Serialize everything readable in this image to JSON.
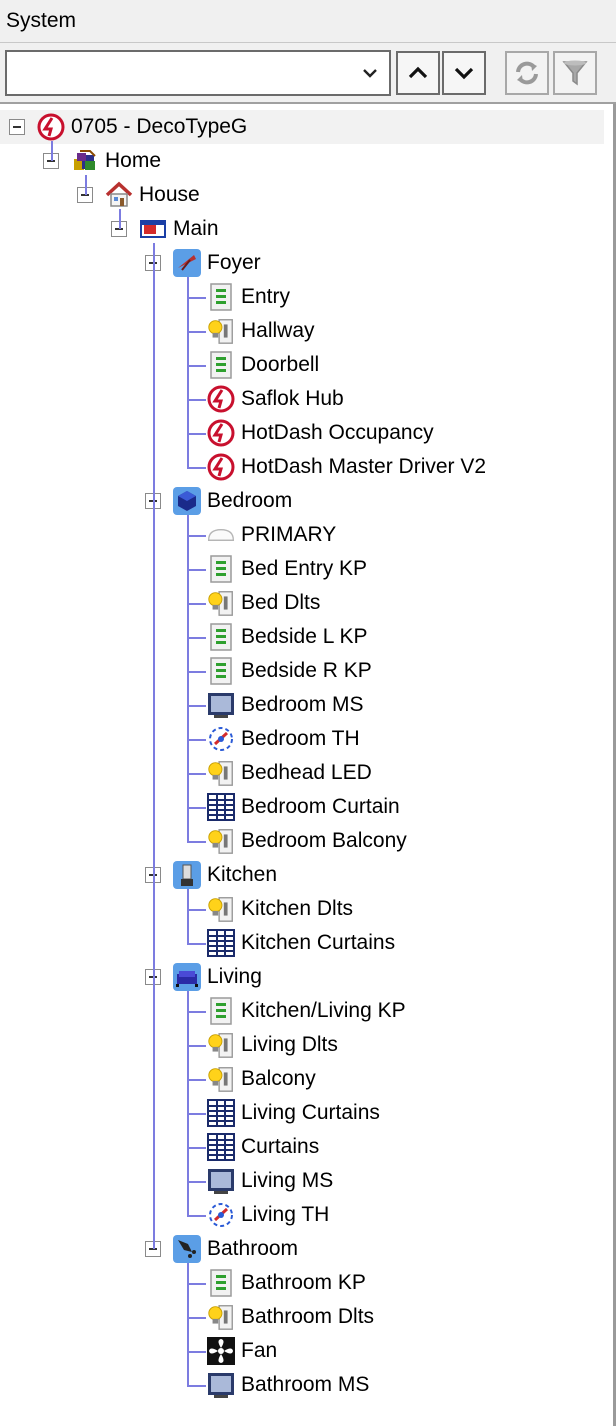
{
  "window": {
    "title": "System"
  },
  "toolbar": {
    "combo_value": "",
    "buttons": [
      "collapse-up",
      "expand-down",
      "refresh",
      "filter"
    ]
  },
  "tree": {
    "root": "0705 - DecoTypeG",
    "home": "Home",
    "house": "House",
    "main": "Main",
    "rooms": [
      {
        "label": "Foyer",
        "icon": "umbrella-icon",
        "items": [
          {
            "label": "Entry",
            "icon": "keypad-icon"
          },
          {
            "label": "Hallway",
            "icon": "light-bulb-icon"
          },
          {
            "label": "Doorbell",
            "icon": "keypad-icon"
          },
          {
            "label": "Saflok Hub",
            "icon": "saflok-icon"
          },
          {
            "label": "HotDash Occupancy",
            "icon": "saflok-icon"
          },
          {
            "label": "HotDash Master Driver V2",
            "icon": "saflok-icon"
          }
        ]
      },
      {
        "label": "Bedroom",
        "icon": "cube-icon",
        "items": [
          {
            "label": "PRIMARY",
            "icon": "processor-icon"
          },
          {
            "label": "Bed Entry KP",
            "icon": "keypad-icon"
          },
          {
            "label": "Bed Dlts",
            "icon": "light-bulb-icon"
          },
          {
            "label": "Bedside L KP",
            "icon": "keypad-icon"
          },
          {
            "label": "Bedside R KP",
            "icon": "keypad-icon"
          },
          {
            "label": "Bedroom MS",
            "icon": "monitor-icon"
          },
          {
            "label": "Bedroom TH",
            "icon": "thermostat-icon"
          },
          {
            "label": "Bedhead LED",
            "icon": "light-bulb-icon"
          },
          {
            "label": "Bedroom Curtain",
            "icon": "curtain-icon"
          },
          {
            "label": "Bedroom Balcony",
            "icon": "light-bulb-icon"
          }
        ]
      },
      {
        "label": "Kitchen",
        "icon": "blender-icon",
        "items": [
          {
            "label": "Kitchen Dlts",
            "icon": "light-bulb-icon"
          },
          {
            "label": "Kitchen Curtains",
            "icon": "curtain-icon"
          }
        ]
      },
      {
        "label": "Living",
        "icon": "sofa-icon",
        "items": [
          {
            "label": "Kitchen/Living KP",
            "icon": "keypad-icon"
          },
          {
            "label": "Living Dlts",
            "icon": "light-bulb-icon"
          },
          {
            "label": "Balcony",
            "icon": "light-bulb-icon"
          },
          {
            "label": "Living Curtains",
            "icon": "curtain-icon"
          },
          {
            "label": "Curtains",
            "icon": "curtain-icon"
          },
          {
            "label": "Living MS",
            "icon": "monitor-icon"
          },
          {
            "label": "Living TH",
            "icon": "thermostat-icon"
          }
        ]
      },
      {
        "label": "Bathroom",
        "icon": "shower-icon",
        "items": [
          {
            "label": "Bathroom KP",
            "icon": "keypad-icon"
          },
          {
            "label": "Bathroom Dlts",
            "icon": "light-bulb-icon"
          },
          {
            "label": "Fan",
            "icon": "fan-icon"
          },
          {
            "label": "Bathroom MS",
            "icon": "monitor-icon"
          }
        ]
      }
    ]
  }
}
